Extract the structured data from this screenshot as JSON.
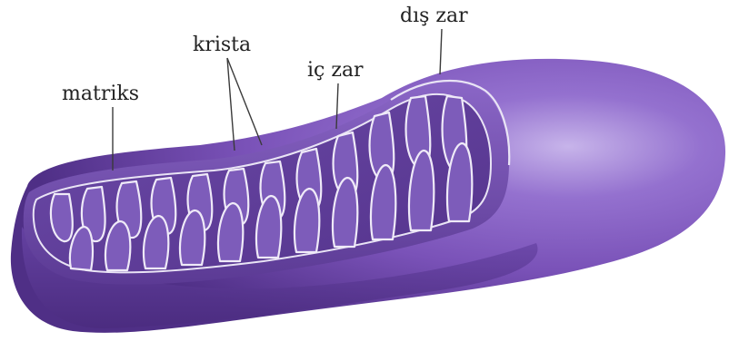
{
  "labels": {
    "outer_membrane": "dış zar",
    "cristae": "krista",
    "inner_membrane": "iç zar",
    "matrix": "matriks"
  },
  "colors": {
    "outer_body": "#7a52b8",
    "outer_body_dark": "#4f2f86",
    "highlight": "#c7b4ea",
    "cut_surface": "#6a46a8",
    "inner_body": "#5f3c99",
    "membrane_line": "#e9e4f5",
    "label_text": "#222222"
  }
}
